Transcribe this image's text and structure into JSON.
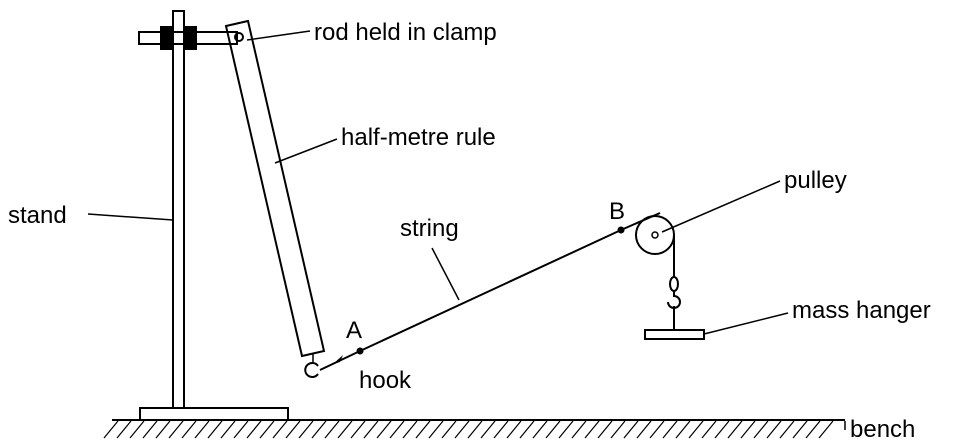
{
  "labels": {
    "rod_clamp": "rod held in clamp",
    "half_metre_rule": "half-metre rule",
    "stand": "stand",
    "string": "string",
    "point_a": "A",
    "point_b": "B",
    "hook": "hook",
    "pulley": "pulley",
    "mass_hanger": "mass hanger",
    "bench": "bench"
  }
}
